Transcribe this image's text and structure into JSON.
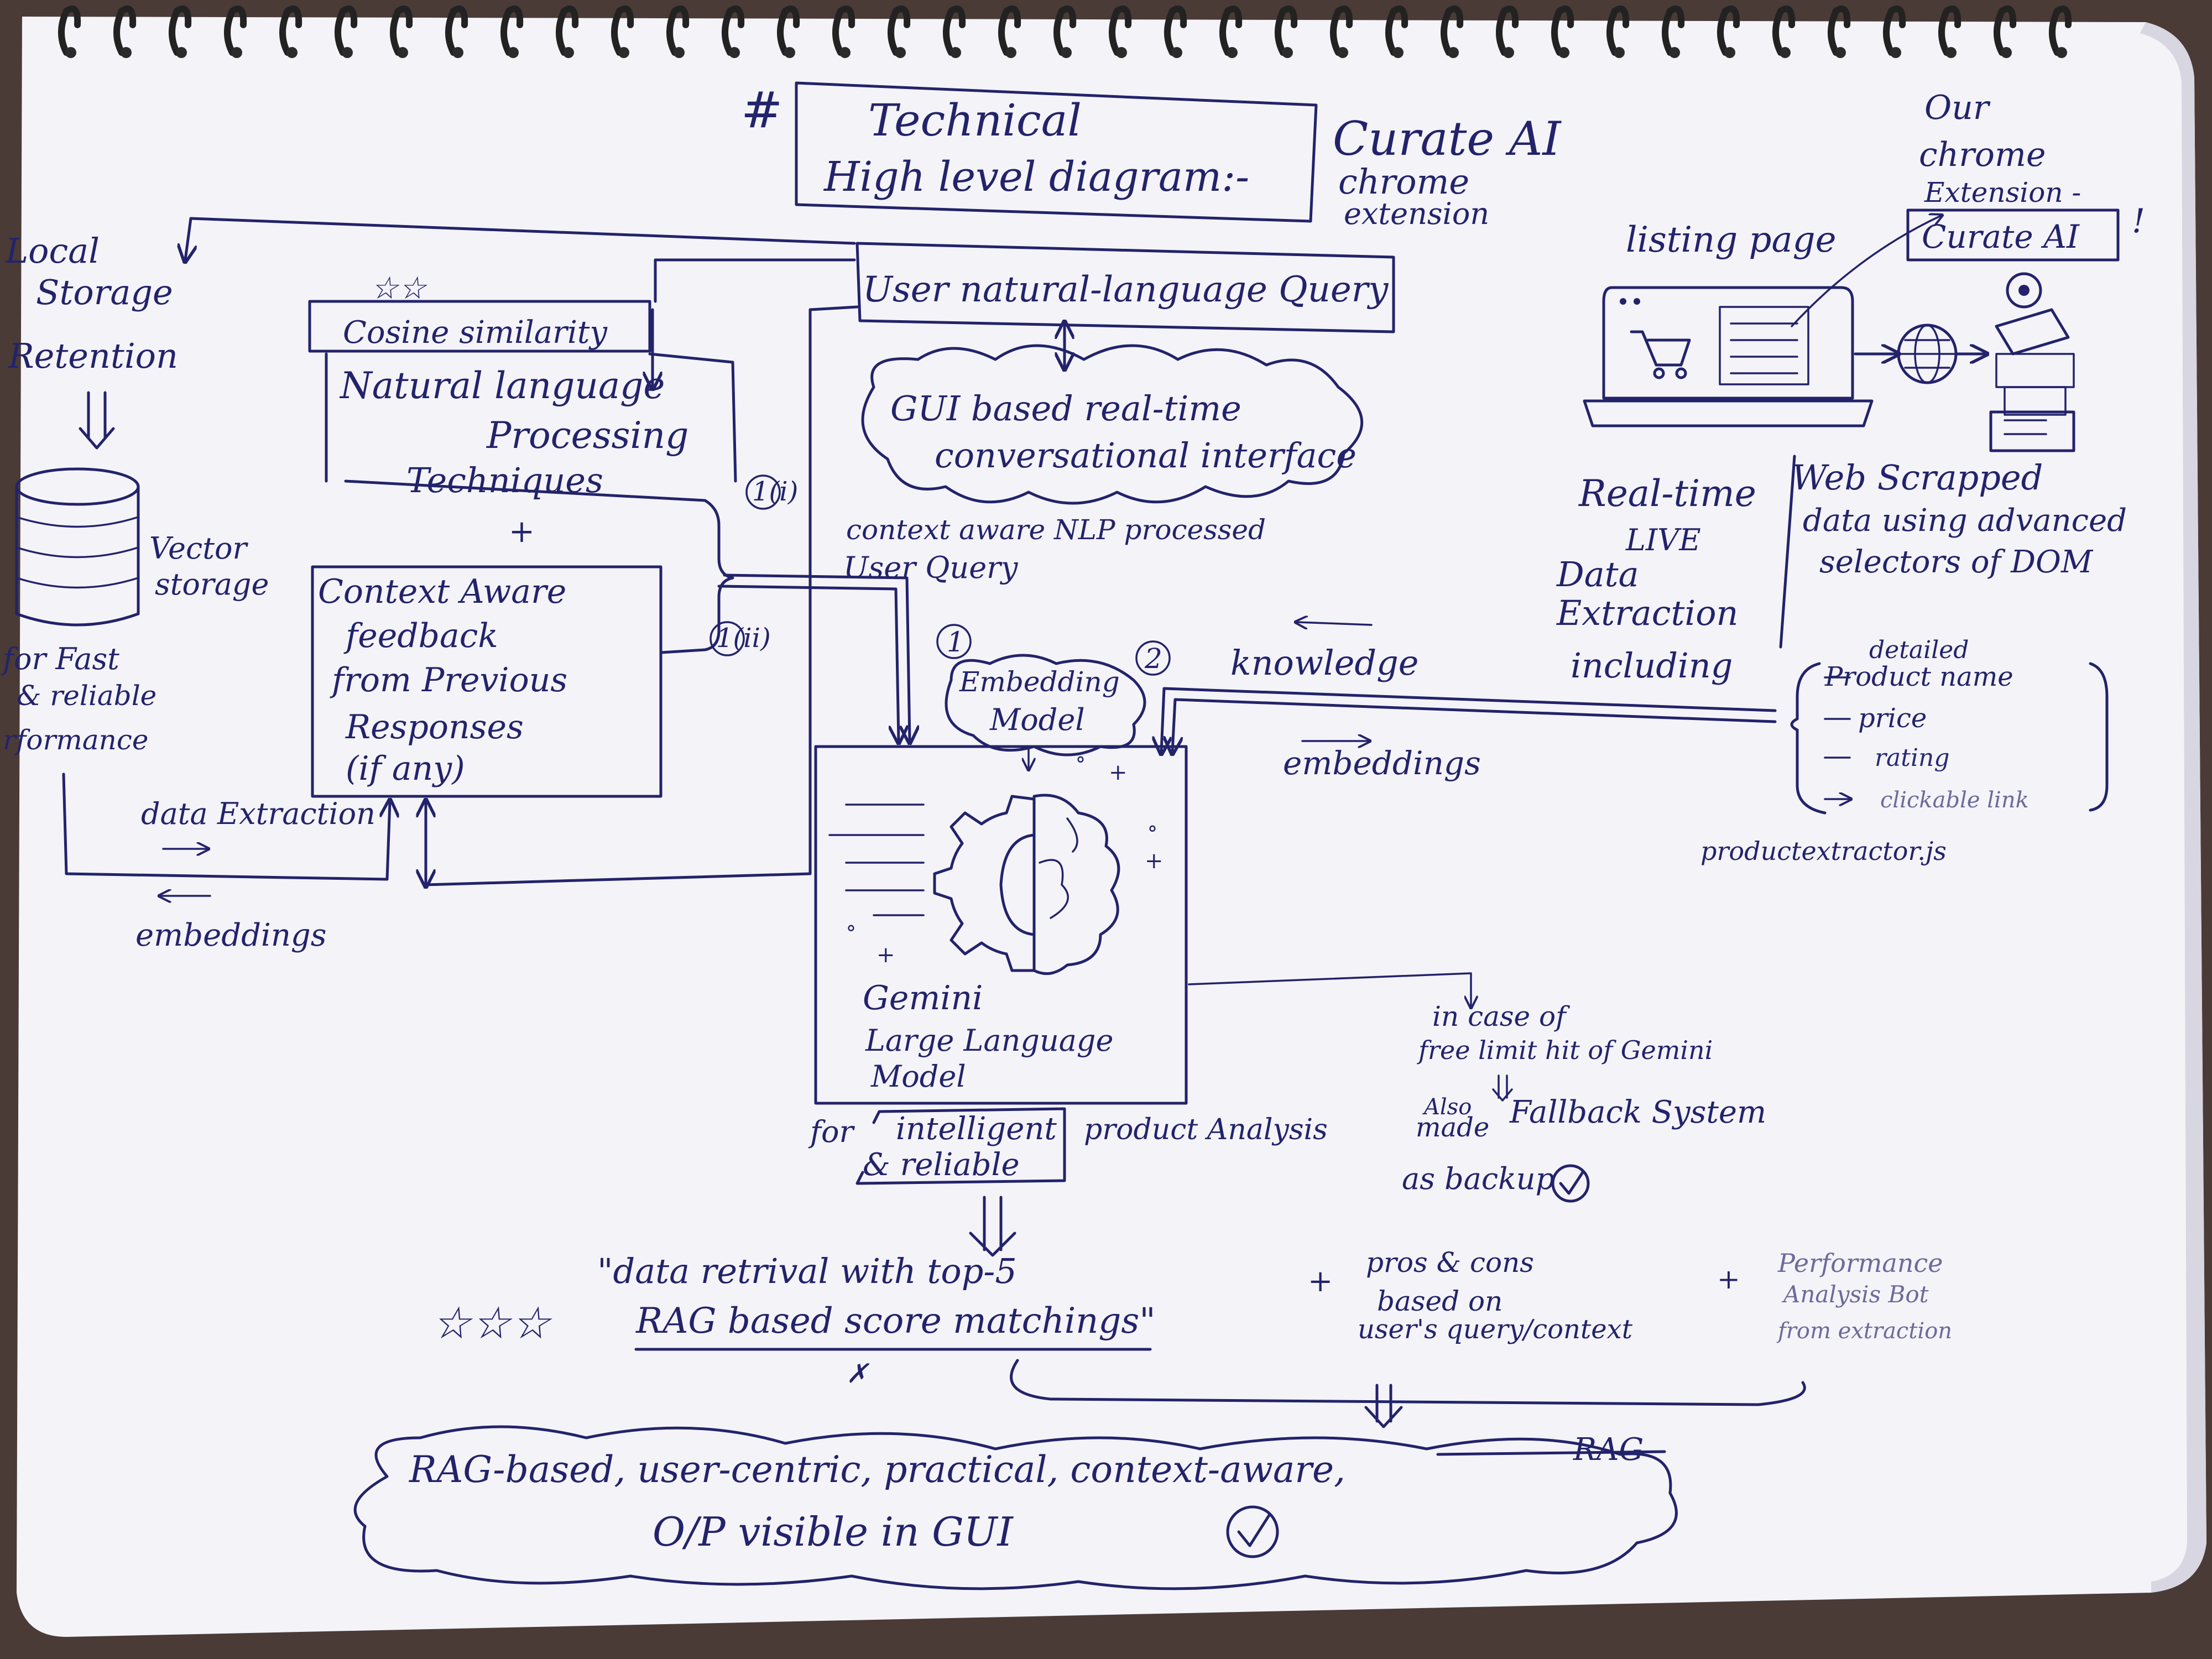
{
  "heading": {
    "hash": "#",
    "line1": "Technical",
    "line2": "High level diagram:-"
  },
  "product": {
    "name": "Curate AI",
    "line2": "chrome",
    "line3": "extension"
  },
  "extension_callout": {
    "line1": "Our",
    "line2": "chrome",
    "line3": "Extension -",
    "badge": "Curate AI",
    "mark": "!"
  },
  "listing_page": "listing page",
  "local_storage": {
    "line1": "Local",
    "line2": "Storage",
    "line3": "Retention"
  },
  "vector_storage": {
    "line1": "Vector",
    "line2": "storage"
  },
  "fast_reliable": {
    "line1": "for Fast",
    "line2": "& reliable",
    "line3": "rformance"
  },
  "query_box": "User natural-language Query",
  "gui_cloud": {
    "line1": "GUI based real-time",
    "line2": "conversational interface"
  },
  "context_query": {
    "line1": "context aware NLP processed",
    "line2": "User Query"
  },
  "stars_small": "☆☆",
  "nlp_box": {
    "cosine": "Cosine similarity",
    "line1": "Natural language",
    "line2": "Processing",
    "line3": "Techniques",
    "plus": "+"
  },
  "context_box": {
    "line1": "Context Aware",
    "line2": "feedback",
    "line3": "from Previous",
    "line4": "Responses",
    "line5": "(if any)"
  },
  "markers": {
    "m1i": "1(i)",
    "m1ii": "1(ii)",
    "m1": "1",
    "m2": "2"
  },
  "embedding_model": {
    "line1": "Embedding",
    "line2": "Model"
  },
  "knowledge": "knowledge",
  "embeddings_right": "embeddings",
  "data_extraction_label": "data Extraction",
  "embeddings_left": "embeddings",
  "gemini": {
    "line1": "Gemini",
    "line2": "Large Language",
    "line3": "Model"
  },
  "analysis": {
    "for": "for",
    "line1": "intelligent",
    "line2": "& reliable",
    "suffix": "product Analysis"
  },
  "realtime": {
    "line1": "Real-time",
    "line2": "LIVE",
    "line3": "Data",
    "line4": "Extraction",
    "line5": "including"
  },
  "web_scraped": {
    "line1": "Web Scrapped",
    "line2": "data using advanced",
    "line3": "selectors of DOM"
  },
  "fields": {
    "line1a": "detailed",
    "line1b": "Product name",
    "line2": "price",
    "line3": "rating",
    "line4": "clickable link"
  },
  "extractor_file": "productextractor.js",
  "fallback": {
    "line1": "in case of",
    "line2": "free limit hit of Gemini",
    "also": "Also",
    "made": "made",
    "system": "Fallback System",
    "backup": "as backup"
  },
  "stars_big": "☆☆☆",
  "retrieval": {
    "line1": "\"data retrival with top-5",
    "line2": "RAG based score matchings\"",
    "plus": "+"
  },
  "pros_cons": {
    "line1": "pros & cons",
    "line2": "based on",
    "line3": "user's query/context",
    "plus": "+"
  },
  "performance": {
    "line1": "Performance",
    "line2": "Analysis Bot",
    "line3": "from extraction"
  },
  "output_cloud": {
    "line1": "RAG-based, user-centric, practical, context-aware,",
    "struck": "RAG",
    "line2": "O/P visible in GUI"
  },
  "colors": {
    "ink": "#23236b",
    "paper": "#f4f3f8",
    "backdrop": "#4a3b37"
  },
  "icons": [
    "spiral-binding",
    "database-stack-icon",
    "laptop-icon",
    "globe-icon",
    "robot-icon",
    "gear-brain-icon",
    "check-circle-icon"
  ]
}
